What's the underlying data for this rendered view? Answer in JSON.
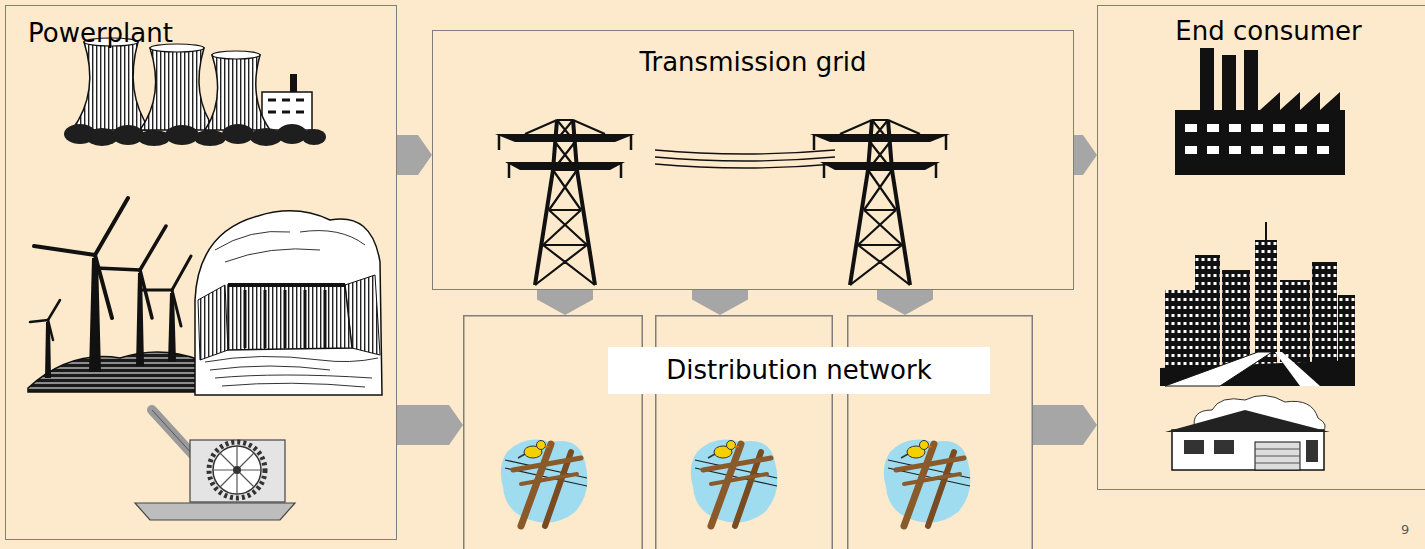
{
  "diagram": {
    "nodes": [
      {
        "text": [
          "Powerplant"
        ]
      },
      {
        "text": [
          "Transmission grid"
        ]
      },
      {
        "text": [
          "Distribution network"
        ]
      },
      {
        "text": [
          "End consumer"
        ]
      }
    ],
    "edges": [
      {
        "from": 0,
        "to": 1,
        "arrow": "to"
      },
      {
        "from": 0,
        "to": 2,
        "arrow": "to"
      },
      {
        "from": 1,
        "to": 2,
        "arrow": "to"
      },
      {
        "from": 1,
        "to": 2,
        "arrow": "to"
      },
      {
        "from": 1,
        "to": 2,
        "arrow": "to"
      },
      {
        "from": 1,
        "to": 3,
        "arrow": "to"
      },
      {
        "from": 2,
        "to": 3,
        "arrow": "to"
      }
    ],
    "labels": [
      "9"
    ]
  }
}
